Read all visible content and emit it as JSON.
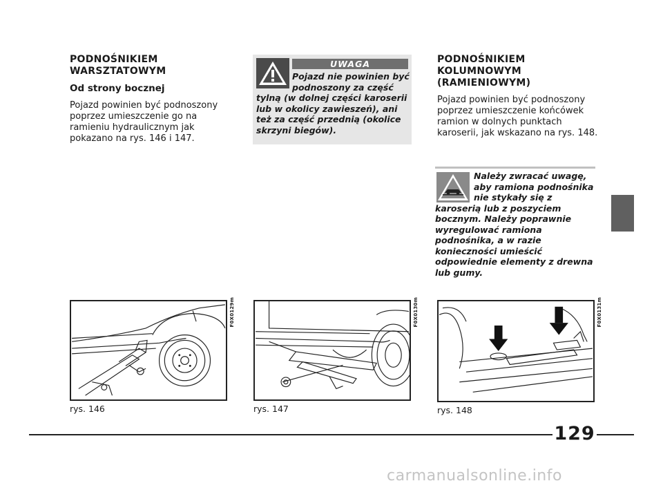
{
  "left_column": {
    "heading_line1": "PODNOŚNIKIEM",
    "heading_line2": "WARSZTATOWYM",
    "subheading": "Od strony bocznej",
    "body": "Pojazd powinien być podnoszony poprzez umieszczenie go na ramieniu hydraulicznym jak pokazano na rys. 146 i 147."
  },
  "warning": {
    "banner": "UWAGA",
    "line1": "Pojazd nie powinien być",
    "line2": "podnoszony za część",
    "rest": "tylną (w dolnej części karoserii lub w okolicy zawieszeń), ani też za część przednią (okolice skrzyni biegów)."
  },
  "right_column": {
    "heading_line1": "PODNOŚNIKIEM",
    "heading_line2": "KOLUMNOWYM",
    "heading_line3": "(RAMIENIOWYM)",
    "body": "Pojazd powinien być podnoszony poprzez umieszczenie końcówek ramion w dolnych punktach karoserii, jak wskazano na rys. 148."
  },
  "caution": {
    "line1": "Należy zwracać uwagę,",
    "line2": "aby ramiona podnośnika",
    "line3": "nie stykały się z",
    "rest": "karoserią lub z poszyciem bocznym. Należy poprawnie wyregulować ramiona podnośnika, a w razie konieczności umieścić odpowiednie elementy z drewna lub gumy."
  },
  "figures": [
    {
      "code": "F0X0129m",
      "caption": "rys. 146"
    },
    {
      "code": "F0X0130m",
      "caption": "rys. 147"
    },
    {
      "code": "F0X0131m",
      "caption": "rys. 148"
    }
  ],
  "page_number": "129",
  "watermark": "carmanualsonline.info",
  "colors": {
    "warning_bg": "#e6e6e6",
    "banner": "#6f6f6f",
    "side_tab": "#606060"
  }
}
